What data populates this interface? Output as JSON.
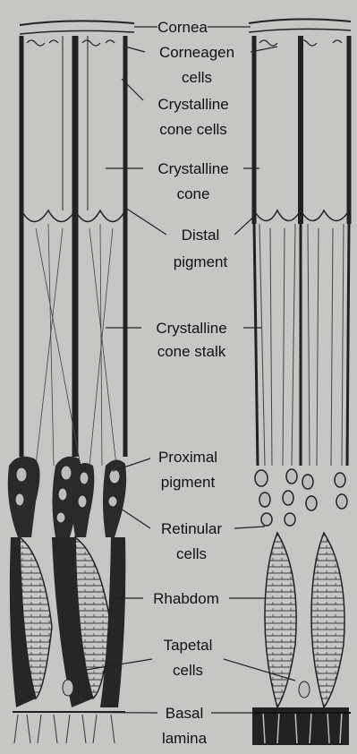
{
  "labels": {
    "cornea": "Cornea",
    "corneagen_1": "Corneagen",
    "corneagen_2": "cells",
    "crystalline_cone_cells_1": "Crystalline",
    "crystalline_cone_cells_2": "cone cells",
    "crystalline_cone_1": "Crystalline",
    "crystalline_cone_2": "cone",
    "distal_pigment_1": "Distal",
    "distal_pigment_2": "pigment",
    "cone_stalk_1": "Crystalline",
    "cone_stalk_2": "cone stalk",
    "proximal_pigment_1": "Proximal",
    "proximal_pigment_2": "pigment",
    "retinular_1": "Retinular",
    "retinular_2": "cells",
    "rhabdom": "Rhabdom",
    "tapetal_1": "Tapetal",
    "tapetal_2": "cells",
    "basal_1": "Basal",
    "basal_2": "lamina"
  }
}
